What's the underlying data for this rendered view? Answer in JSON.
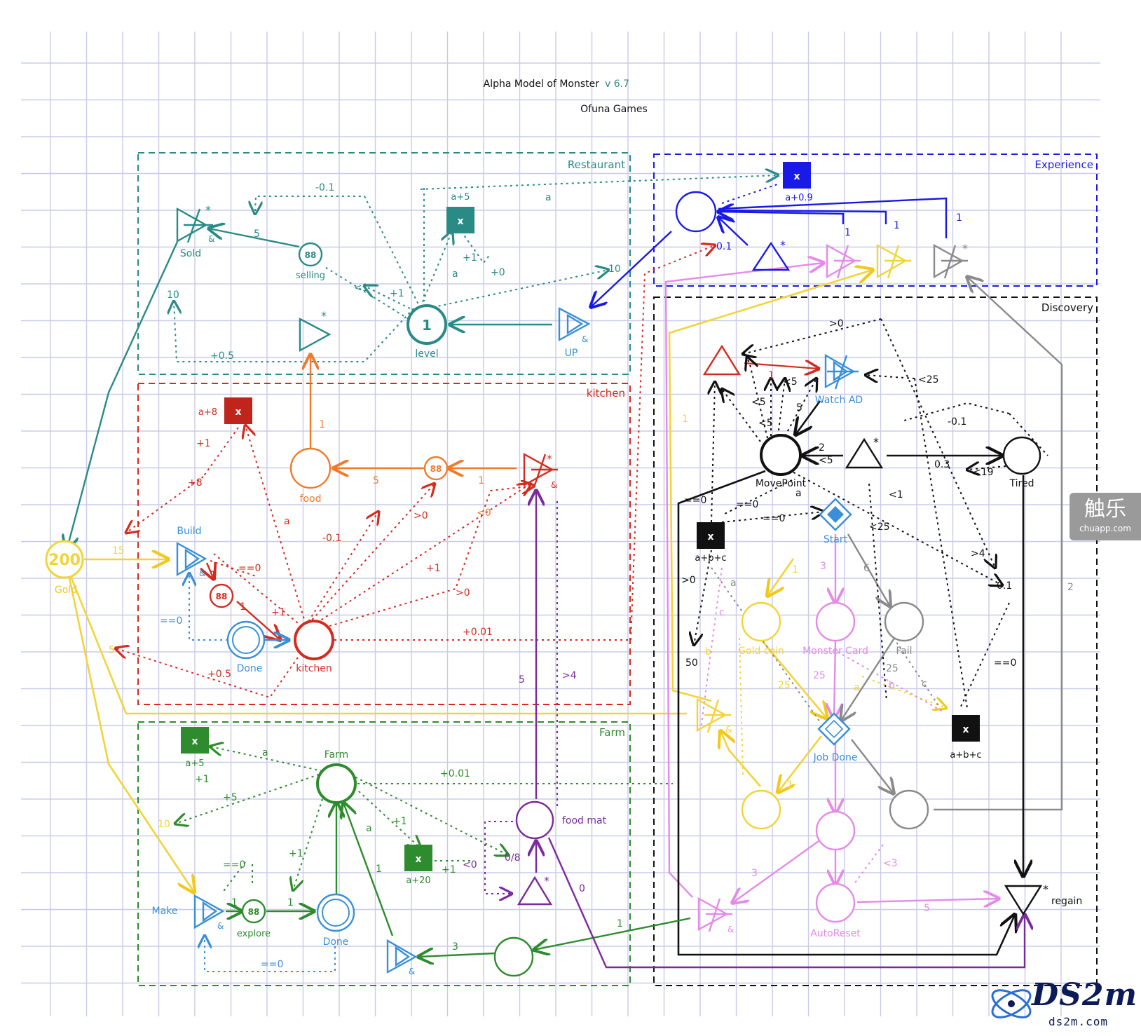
{
  "header": {
    "title": "Alpha Model of Monster",
    "version": "v 6.7",
    "studio": "Ofuna Games"
  },
  "groups": {
    "restaurant": "Restaurant",
    "experience": "Experience",
    "kitchen": "kitchen",
    "discovery": "Discovery",
    "farm": "Farm"
  },
  "nodes": {
    "gold_value": "200",
    "gold": "Gold",
    "sold": "Sold",
    "selling": "selling",
    "level_value": "1",
    "level": "level",
    "up": "UP",
    "food": "food",
    "build": "Build",
    "done_kitchen": "Done",
    "kitchen": "kitchen",
    "farm": "Farm",
    "make": "Make",
    "explore": "explore",
    "done_farm": "Done",
    "food_mat": "food mat",
    "move_point": "MovePoint",
    "tired": "Tired",
    "watch_ad": "Watch AD",
    "start": "Start",
    "gold_coin": "Gold coin",
    "monster_card": "Monster Card",
    "fail": "Fail",
    "job_done": "Job Done",
    "auto_reset": "AutoReset",
    "regain": "regain"
  },
  "converters": {
    "x": "x",
    "a5": "a+5",
    "a09": "a+0.9",
    "a8": "a+8",
    "abc": "a+b+c",
    "farm_a5": "a+5",
    "a20": "a+20"
  },
  "labels": {
    "r_m01": "-0.1",
    "r_a": "a",
    "r_5": "5",
    "r_10": "10",
    "r_05": "+0.5",
    "r_1lt": "<1",
    "r_p1": "+1",
    "r_p1b": "+1",
    "r_a2": "a",
    "r_p0": "+0",
    "r_10b": "10",
    "e_01": "0.1",
    "e_1": "1",
    "e_1b": "1",
    "e_1c": "1",
    "k_p1": "+1",
    "k_p8": "+8",
    "k_15": "15",
    "k_eq0": "==0",
    "k_1a": "1",
    "k_1b": "1",
    "k_p1c": "+1",
    "k_eq0b": "==0",
    "k_a": "a",
    "k_m01": "-0.1",
    "k_1food": "1",
    "k_5": "5",
    "k_1": "1",
    "k_gt0": ">0",
    "k_lt0": "<0",
    "k_p1d": "+1",
    "k_gt0b": ">0",
    "k_p001": "+0.01",
    "k_5b": "5",
    "k_05": "+0.5",
    "f_a": "a",
    "f_p1": "+1",
    "f_p5": "+5",
    "f_10": "10",
    "f_eq0": "==0",
    "f_p1b": "+1",
    "f_1": "1",
    "f_1b": "1",
    "f_1c": "1",
    "f_a2": "a",
    "f_p1c": "+1",
    "f_p1d": "+1",
    "f_lt0": "<0",
    "f_08": "0/8",
    "f_eq0b": "==0",
    "f_3": "3",
    "f_p001": "+0.01",
    "f_5": "5",
    "f_gt4": ">4",
    "f_0": "0",
    "d_gt0": ">0",
    "d_1": "1",
    "d_lt5": "<5",
    "d_lt25": "<25",
    "d_lt5b": "<5",
    "d_5": "5",
    "d_lt5c": "<5",
    "d_2": "2",
    "d_lt5d": "<5",
    "d_m01": "-0.1",
    "d_03": "0.3",
    "d_lt19": "<19",
    "d_eq0": "==0",
    "d_eq0b": "==0",
    "d_eq0c": "==0",
    "d_a": "a",
    "d_lt1": "<1",
    "d_lt25b": "<25",
    "d_gt4": ">4",
    "d_01": "0.1",
    "d_gt0b": ">0",
    "d_a2": "a",
    "d_1b": "1",
    "d_3": "3",
    "d_6": "6",
    "d_c": "c",
    "d_b": "b",
    "d_50": "50",
    "d_25": "25",
    "d_25b": "25",
    "d_25c": "25",
    "d_a3": "a",
    "d_b2": "b",
    "d_c2": "c",
    "d_eq0d": "==0",
    "d_2b": "2",
    "d_1c": "1",
    "d_1d": "1",
    "d_3b": "3",
    "d_lt3": "<3",
    "d_5b": "5",
    "d_1e": "1"
  },
  "badge": {
    "title": "触乐",
    "sub": "chuapp.com"
  },
  "watermark": {
    "logo": "DS2m",
    "sub": "ds2m.com"
  },
  "colors": {
    "teal": "#2a8a86",
    "blue": "#1a1ae8",
    "lightblue": "#3a8fd8",
    "red": "#d42b1e",
    "orange": "#f07a2c",
    "green": "#2e8b2e",
    "purple": "#7b2a9b",
    "yellow": "#f2d43a",
    "pink": "#e58ae8",
    "gray": "#8a8a8a",
    "black": "#111111",
    "grid": "#c9cbea"
  }
}
